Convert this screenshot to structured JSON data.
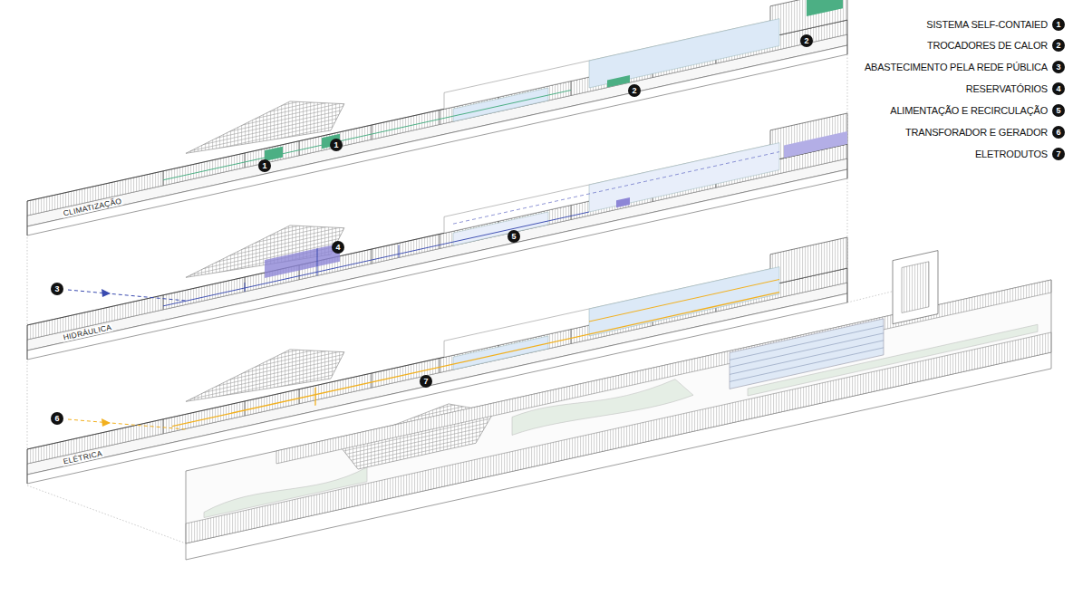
{
  "diagram": {
    "labels": [
      "1",
      "2",
      "3",
      "4",
      "5",
      "6",
      "7",
      "1",
      "1",
      "2",
      "2",
      "CLIMATIZAÇÃO",
      "4",
      "5",
      "3",
      "HIDRÁULICA",
      "7",
      "6",
      "ELÉTRICA"
    ],
    "legend": [
      {
        "text": "SISTEMA SELF-CONTAIED"
      },
      {
        "text": "TROCADORES DE CALOR"
      },
      {
        "text": "ABASTECIMENTO PELA REDE PÚBLICA"
      },
      {
        "text": "RESERVATÓRIOS"
      },
      {
        "text": "ALIMENTAÇÃO E RECIRCULAÇÃO"
      },
      {
        "text": "TRANSFORADOR E GERADOR"
      },
      {
        "text": "ELETRODUTOS"
      }
    ]
  }
}
